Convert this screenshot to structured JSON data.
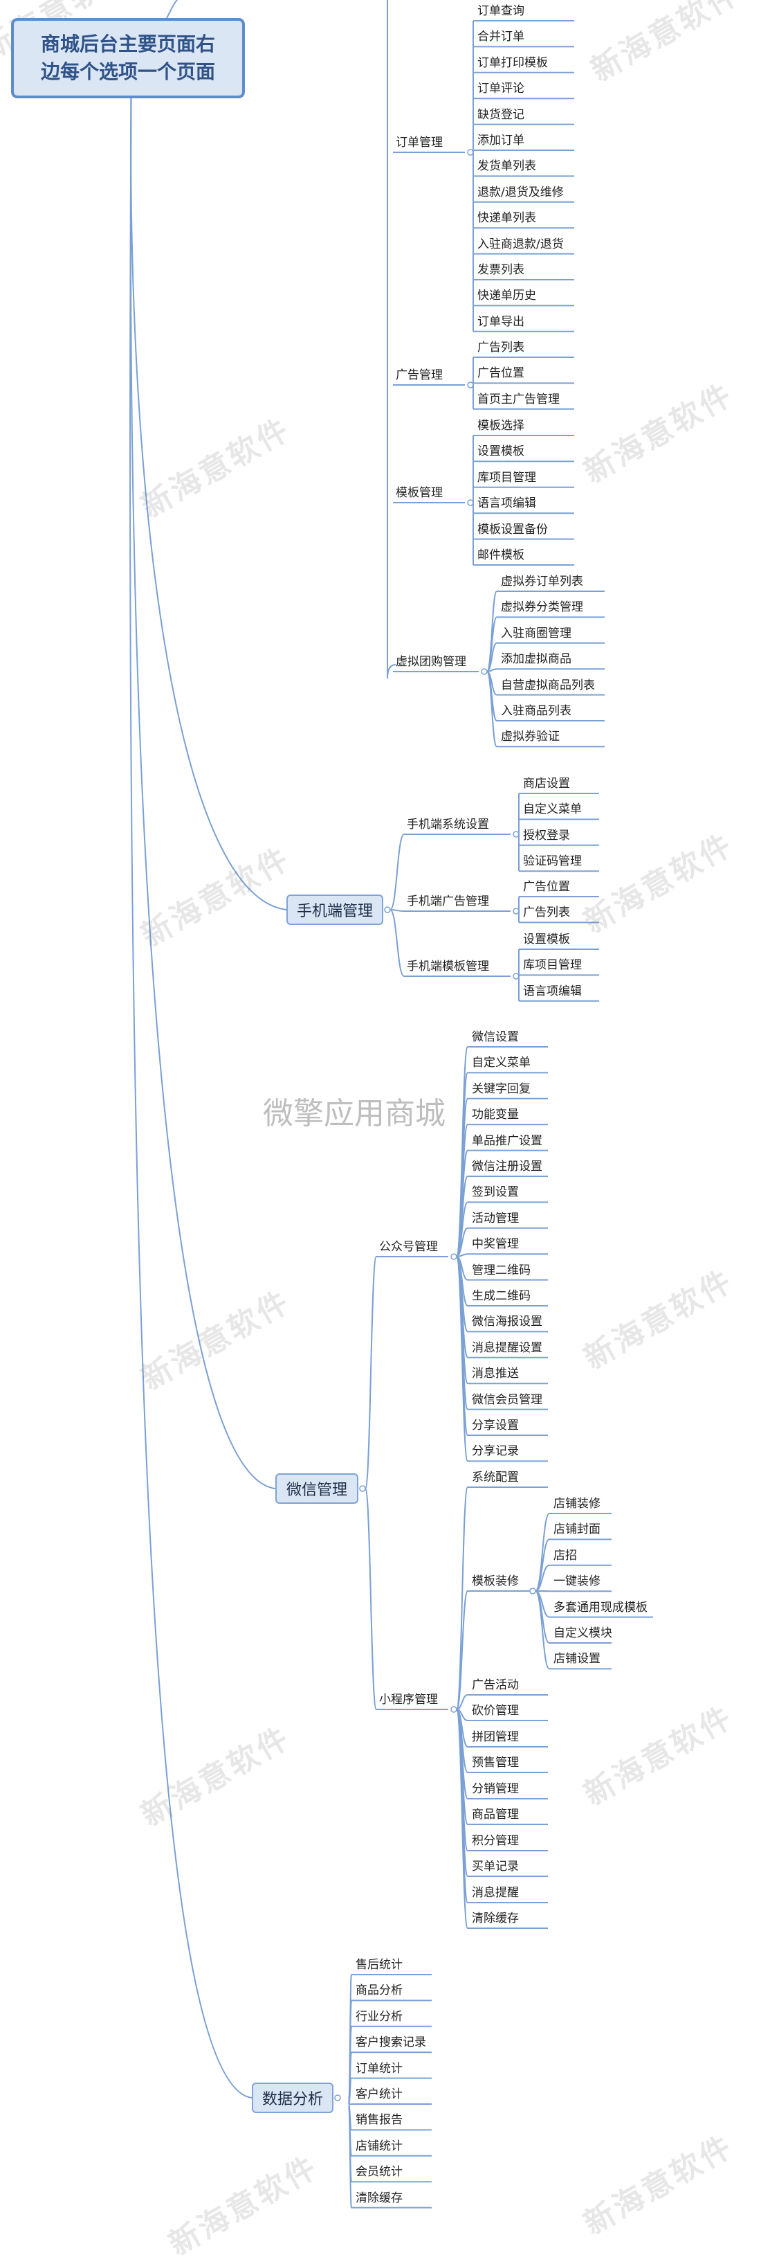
{
  "title": {
    "line1": "商城后台主要页面右",
    "line2": "边每个选项一个页面"
  },
  "watermark": "新海意软件",
  "center_mark": "微擎应用商城",
  "colors": {
    "line": "#7aa0d4",
    "node_fill": "#dbe6f5",
    "node_border": "#7ea3d6",
    "title_border": "#5f8ccb",
    "title_text": "#2f5288"
  },
  "categories": [
    {
      "label": "",
      "groups": [
        {
          "label": "订单管理",
          "children": [
            {
              "label": "订单查询"
            },
            {
              "label": "合并订单"
            },
            {
              "label": "订单打印模板"
            },
            {
              "label": "订单评论"
            },
            {
              "label": "缺货登记"
            },
            {
              "label": "添加订单"
            },
            {
              "label": "发货单列表"
            },
            {
              "label": "退款/退货及维修"
            },
            {
              "label": "快递单列表"
            },
            {
              "label": "入驻商退款/退货"
            },
            {
              "label": "发票列表"
            },
            {
              "label": "快递单历史"
            },
            {
              "label": "订单导出"
            }
          ]
        },
        {
          "label": "广告管理",
          "children": [
            {
              "label": "广告列表"
            },
            {
              "label": "广告位置"
            },
            {
              "label": "首页主广告管理"
            }
          ]
        },
        {
          "label": "模板管理",
          "children": [
            {
              "label": "模板选择"
            },
            {
              "label": "设置模板"
            },
            {
              "label": "库项目管理"
            },
            {
              "label": "语言项编辑"
            },
            {
              "label": "模板设置备份"
            },
            {
              "label": "邮件模板"
            }
          ]
        },
        {
          "label": "虚拟团购管理",
          "children": [
            {
              "label": "虚拟券订单列表"
            },
            {
              "label": "虚拟券分类管理"
            },
            {
              "label": "入驻商圈管理"
            },
            {
              "label": "添加虚拟商品"
            },
            {
              "label": "自营虚拟商品列表"
            },
            {
              "label": "入驻商品列表"
            },
            {
              "label": "虚拟券验证"
            }
          ]
        }
      ]
    },
    {
      "label": "手机端管理",
      "groups": [
        {
          "label": "手机端系统设置",
          "children": [
            {
              "label": "商店设置"
            },
            {
              "label": "自定义菜单"
            },
            {
              "label": "授权登录"
            },
            {
              "label": "验证码管理"
            }
          ]
        },
        {
          "label": "手机端广告管理",
          "children": [
            {
              "label": "广告位置"
            },
            {
              "label": "广告列表"
            }
          ]
        },
        {
          "label": "手机端模板管理",
          "children": [
            {
              "label": "设置模板"
            },
            {
              "label": "库项目管理"
            },
            {
              "label": "语言项编辑"
            }
          ]
        }
      ]
    },
    {
      "label": "微信管理",
      "groups": [
        {
          "label": "公众号管理",
          "children": [
            {
              "label": "微信设置"
            },
            {
              "label": "自定义菜单"
            },
            {
              "label": "关键字回复"
            },
            {
              "label": "功能变量"
            },
            {
              "label": "单品推广设置"
            },
            {
              "label": "微信注册设置"
            },
            {
              "label": "签到设置"
            },
            {
              "label": "活动管理"
            },
            {
              "label": "中奖管理"
            },
            {
              "label": "管理二维码"
            },
            {
              "label": "生成二维码"
            },
            {
              "label": "微信海报设置"
            },
            {
              "label": "消息提醒设置"
            },
            {
              "label": "消息推送"
            },
            {
              "label": "微信会员管理"
            },
            {
              "label": "分享设置"
            },
            {
              "label": "分享记录"
            }
          ]
        },
        {
          "label": "小程序管理",
          "children": [
            {
              "label": "系统配置"
            },
            {
              "label": "模板装修",
              "children": [
                {
                  "label": "店铺装修"
                },
                {
                  "label": "店铺封面"
                },
                {
                  "label": "店招"
                },
                {
                  "label": "一键装修"
                },
                {
                  "label": "多套通用现成模板"
                },
                {
                  "label": "自定义模块"
                },
                {
                  "label": "店铺设置"
                }
              ]
            },
            {
              "label": "广告活动"
            },
            {
              "label": "砍价管理"
            },
            {
              "label": "拼团管理"
            },
            {
              "label": "预售管理"
            },
            {
              "label": "分销管理"
            },
            {
              "label": "商品管理"
            },
            {
              "label": "积分管理"
            },
            {
              "label": "买单记录"
            },
            {
              "label": "消息提醒"
            },
            {
              "label": "清除缓存"
            }
          ]
        }
      ]
    },
    {
      "label": "数据分析",
      "groups": [
        {
          "label": "",
          "children": [
            {
              "label": "售后统计"
            },
            {
              "label": "商品分析"
            },
            {
              "label": "行业分析"
            },
            {
              "label": "客户搜索记录"
            },
            {
              "label": "订单统计"
            },
            {
              "label": "客户统计"
            },
            {
              "label": "销售报告"
            },
            {
              "label": "店铺统计"
            },
            {
              "label": "会员统计"
            },
            {
              "label": "清除缓存"
            }
          ]
        }
      ]
    }
  ]
}
